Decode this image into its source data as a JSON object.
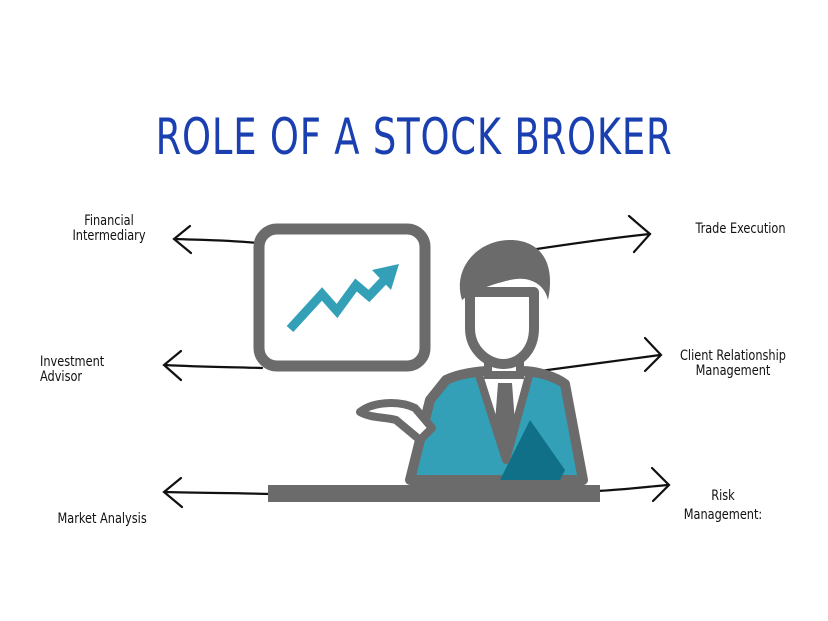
{
  "title": "ROLE OF A STOCK BROKER",
  "colors": {
    "title": "#1a3fb0",
    "gray": "#6b6b6b",
    "teal": "#33a0b8",
    "teal_dark": "#0f7088",
    "arrow": "#111111"
  },
  "icons": {
    "chart_board": "rising-trend-chart-icon",
    "broker": "person-at-desk-icon"
  },
  "roles": {
    "financial_intermediary": [
      "Financial",
      "Intermediary"
    ],
    "investment_advisor": "Investment Advisor",
    "market_analysis": "Market Analysis",
    "trade_execution": "Trade Execution",
    "client_relationship": [
      "Client Relationship",
      "Management"
    ],
    "risk_management": [
      "Risk",
      "Management:"
    ]
  }
}
